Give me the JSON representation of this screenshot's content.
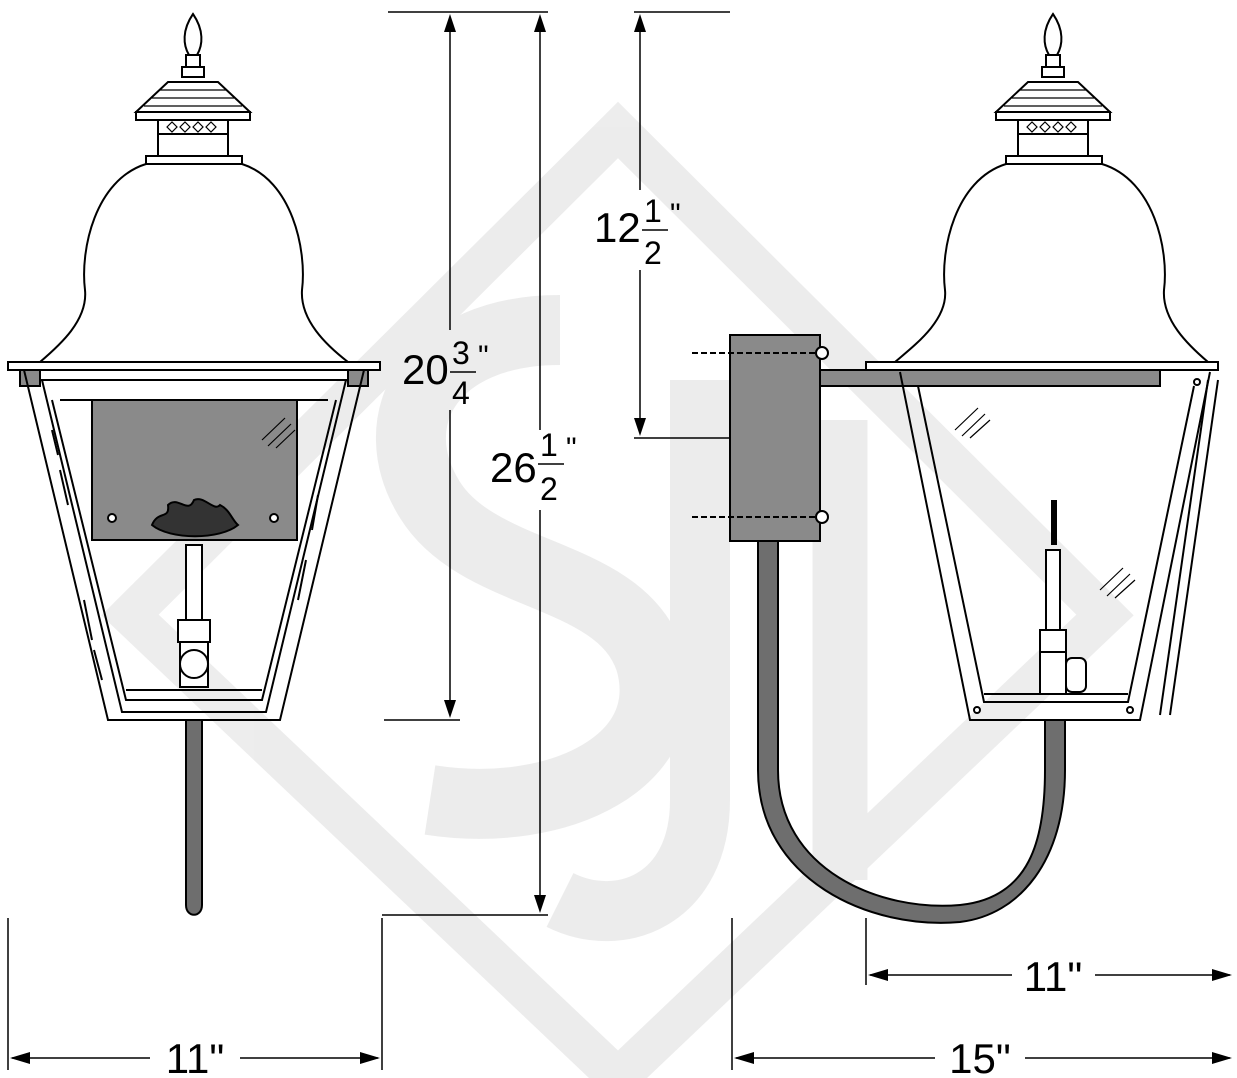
{
  "dimensions": {
    "overall_height": {
      "whole": "26",
      "num": "1",
      "den": "2",
      "unit": "\""
    },
    "fixture_height": {
      "whole": "20",
      "num": "3",
      "den": "4",
      "unit": "\""
    },
    "mount_drop": {
      "whole": "12",
      "num": "1",
      "den": "2",
      "unit": "\""
    },
    "front_width": "11\"",
    "side_width": "11\"",
    "side_depth": "15\""
  }
}
